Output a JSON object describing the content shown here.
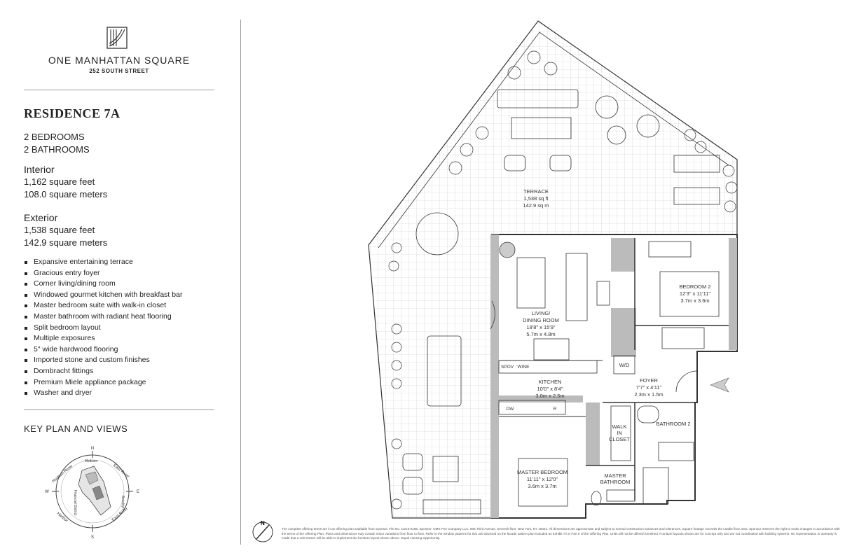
{
  "brand": {
    "name": "ONE MANHATTAN SQUARE",
    "address": "252 SOUTH STREET"
  },
  "residence": {
    "title": "RESIDENCE 7A",
    "bedrooms": "2 BEDROOMS",
    "bathrooms": "2 BATHROOMS",
    "interior_label": "Interior",
    "interior_sqft": "1,162 square feet",
    "interior_sqm": "108.0 square meters",
    "exterior_label": "Exterior",
    "exterior_sqft": "1,538 square feet",
    "exterior_sqm": "142.9 square meters"
  },
  "features": [
    "Expansive entertaining terrace",
    "Gracious entry foyer",
    "Corner living/dining room",
    "Windowed gourmet kitchen with breakfast bar",
    "Master bedroom suite with walk-in closet",
    "Master bathroom with radiant heat flooring",
    "Split bedroom layout",
    "Multiple exposures",
    "5\" wide hardwood flooring",
    "Imported stone and custom finishes",
    "Dornbracht fittings",
    "Premium Miele appliance package",
    "Washer and dryer"
  ],
  "keyplan": {
    "title": "KEY PLAN AND VIEWS",
    "labels": {
      "n": "N",
      "s": "S",
      "e": "E",
      "w": "W",
      "hudson": "Hudson River",
      "midtown": "Midtown",
      "east_river_top": "East River",
      "brooklyn": "Brooklyn",
      "harbor": "Harbor",
      "east_river_bottom": "East River",
      "financial": "Financial District"
    }
  },
  "rooms": {
    "terrace": [
      "TERRACE",
      "1,538 sq ft",
      "142.9 sq m"
    ],
    "living": [
      "LIVING/",
      "DINING ROOM",
      "18'8\" x 15'9\"",
      "5.7m x 4.8m"
    ],
    "kitchen": [
      "KITCHEN",
      "10'0\" x 8'4\"",
      "3.0m x 2.5m"
    ],
    "bedroom2": [
      "BEDROOM 2",
      "12'3\" x 11'11\"",
      "3.7m x 3.6m"
    ],
    "foyer": [
      "FOYER",
      "7'7\" x 4'11\"",
      "2.3m x 1.5m"
    ],
    "bathroom2": [
      "BATHROOM 2"
    ],
    "walkin": [
      "WALK",
      "IN",
      "CLOSET"
    ],
    "master_bedroom": [
      "MASTER BEDROOM",
      "11'11\" x 12'0\"",
      "3.6m x 3.7m"
    ],
    "master_bath": [
      "MASTER",
      "BATHROOM"
    ],
    "wd": "W/D",
    "spov": "SPOV",
    "wine": "WINE",
    "dw": "DW",
    "r": "R"
  },
  "north_label": "N",
  "disclaimer": "The complete offering terms are in an offering plan available from Sponsor. File No. CD15-0185. Sponsor: OMS Fee Company LLC, 605 Third Avenue, Seventh floor, New York, NY 10022. All dimensions are approximate and subject to normal construction variances and tolerances. Square footage exceeds the usable floor area. Sponsor reserves the right to make changes in accordance with the terms of the Offering Plan. Plans and dimensions may contain minor variations from floor to floor. Refer to the window patterns for this unit depicted on the facade pattern plan included as Exhibit 7A in Part II of the Offering Plan. Units will not be offered furnished. Furniture layouts shown are for concept only and are not coordinated with building systems. No representation or warranty is made that a Unit Owner will be able to implement the furniture layout shown above. Equal Housing Opportunity."
}
